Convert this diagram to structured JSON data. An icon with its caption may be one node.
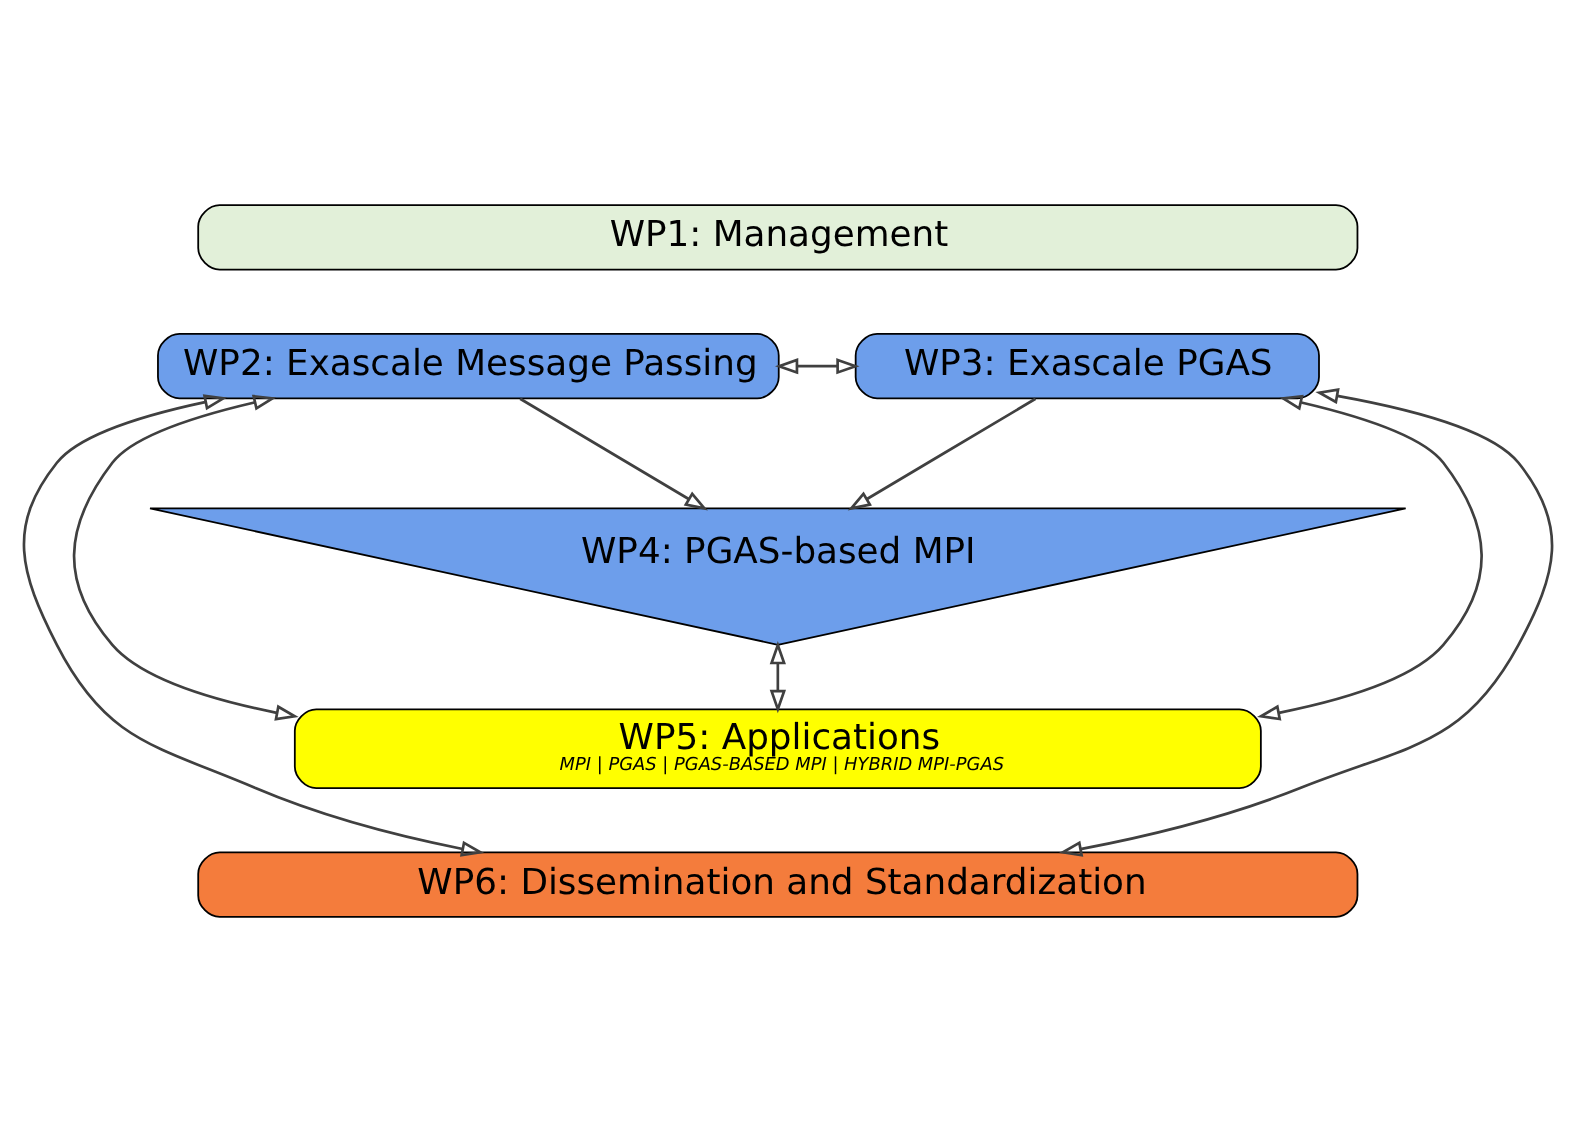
{
  "diagram": {
    "nodes": [
      {
        "text": [
          "WP1: Management"
        ]
      },
      {
        "text": [
          "WP2: Exascale Message Passing"
        ]
      },
      {
        "text": [
          "WP3: Exascale PGAS"
        ]
      },
      {
        "text": [
          "WP4: PGAS-based MPI"
        ]
      },
      {
        "text": [
          "WP5: Applications",
          "MPI | PGAS | PGAS-BASED MPI | HYBRID MPI-PGAS"
        ]
      },
      {
        "text": [
          "WP6: Dissemination and Standardization"
        ]
      }
    ],
    "edges": [
      {
        "from": 1,
        "to": 2,
        "arrow": "both"
      },
      {
        "from": 1,
        "to": 3,
        "arrow": "to"
      },
      {
        "from": 2,
        "to": 3,
        "arrow": "to"
      },
      {
        "from": 3,
        "to": 4,
        "arrow": "both"
      },
      {
        "from": 1,
        "to": 5,
        "arrow": "both"
      },
      {
        "from": 1,
        "to": 4,
        "arrow": "both"
      },
      {
        "from": 2,
        "to": 4,
        "arrow": "both"
      },
      {
        "from": 2,
        "to": 5,
        "arrow": "both"
      }
    ]
  }
}
